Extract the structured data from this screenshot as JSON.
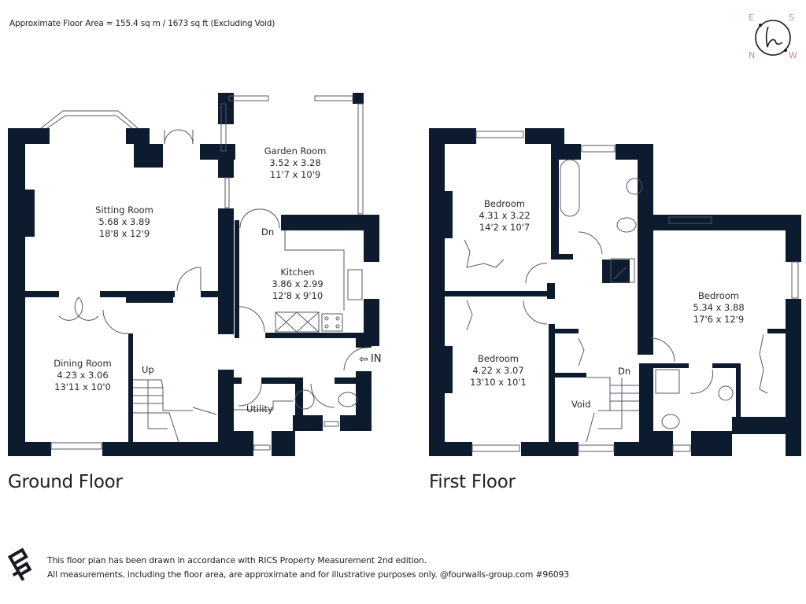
{
  "header": {
    "floor_area_note": "Approximate Floor Area = 155.4 sq m / 1673 sq ft (Excluding Void)"
  },
  "compass_logo": {
    "letters": {
      "top_left": "E",
      "top_right": "S",
      "bottom_left": "N",
      "bottom_right": "W"
    },
    "monogram": "h",
    "accent_color": "#c98b8b"
  },
  "colors": {
    "wall": "#0d1b2e",
    "background": "#ffffff",
    "fixture_line": "#555a66"
  },
  "ground_floor": {
    "title": "Ground Floor",
    "rooms": [
      {
        "name": "Sitting Room",
        "metric": "5.68 x 3.89",
        "imperial": "18'8 x 12'9"
      },
      {
        "name": "Garden Room",
        "metric": "3.52 x 3.28",
        "imperial": "11'7 x 10'9"
      },
      {
        "name": "Kitchen",
        "metric": "3.86 x 2.99",
        "imperial": "12'8 x 9'10"
      },
      {
        "name": "Dining Room",
        "metric": "4.23 x 3.06",
        "imperial": "13'11 x 10'0"
      }
    ],
    "labels": {
      "utility": "Utility",
      "stairs_up": "Up",
      "stairs_down": "Dn",
      "entrance": "IN",
      "entrance_arrow": "⇦"
    }
  },
  "first_floor": {
    "title": "First Floor",
    "rooms": [
      {
        "name": "Bedroom",
        "metric": "4.31 x 3.22",
        "imperial": "14'2 x 10'7"
      },
      {
        "name": "Bedroom",
        "metric": "5.34 x 3.88",
        "imperial": "17'6 x 12'9"
      },
      {
        "name": "Bedroom",
        "metric": "4.22 x 3.07",
        "imperial": "13'10 x 10'1"
      }
    ],
    "labels": {
      "void": "Void",
      "stairs_down": "Dn"
    }
  },
  "footer": {
    "line1": "This floor plan has been drawn in accordance with RICS Property Measurement 2nd edition.",
    "line2": "All measurements, including the floor area, are approximate and for illustrative purposes only. @fourwalls-group.com #96093"
  }
}
